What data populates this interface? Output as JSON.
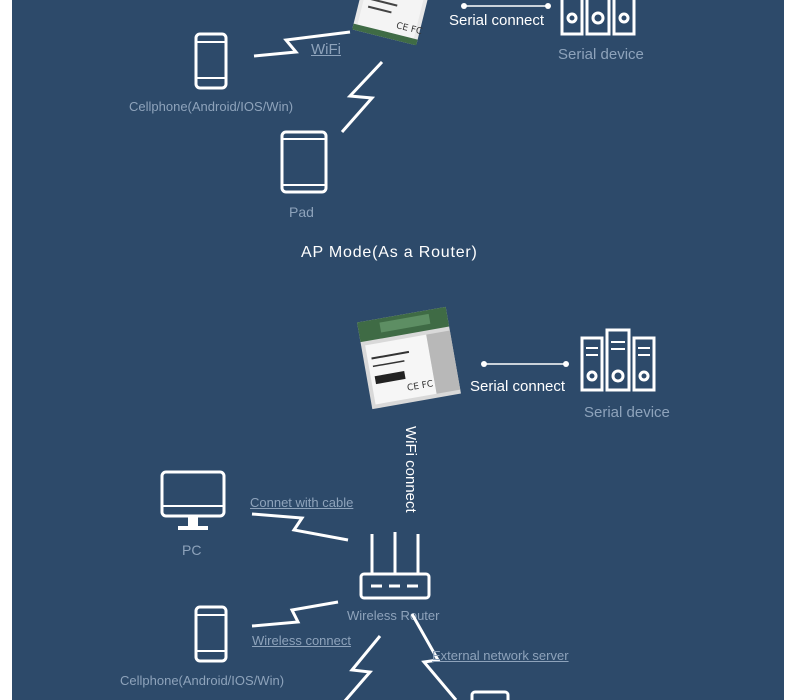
{
  "section_top": {
    "serial_connect": "Serial connect",
    "serial_device": "Serial device",
    "wifi": "WiFi",
    "cellphone": "Cellphone(Android/IOS/Win)",
    "pad": "Pad"
  },
  "ap_mode_title": "AP Mode(As a Router)",
  "section_bottom": {
    "serial_connect": "Serial connect",
    "serial_device": "Serial device",
    "wifi_connect": "WiFi connect",
    "connect_with_cable": "Connet with cable",
    "pc": "PC",
    "wireless_router": "Wireless Router",
    "wireless_connect": "Wireless connect",
    "external_network_server": "External network server",
    "cellphone": "Cellphone(Android/IOS/Win)"
  },
  "colors": {
    "background": "#2d4a6a",
    "bright_text": "#ffffff",
    "dim_text": "#8ea3bb",
    "module_green": "#3f6b45"
  }
}
